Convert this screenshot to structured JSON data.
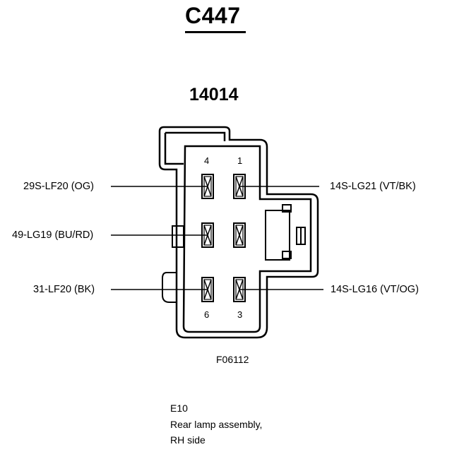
{
  "connector": {
    "id": "C447",
    "part_number": "14014"
  },
  "pins": [
    {
      "number": "4",
      "position": "top-left"
    },
    {
      "number": "1",
      "position": "top-right"
    },
    {
      "number": "6",
      "position": "bottom-left"
    },
    {
      "number": "3",
      "position": "bottom-right"
    }
  ],
  "wires": {
    "top_left": "29S-LF20 (OG)",
    "middle_left": "49-LG19 (BU/RD)",
    "bottom_left": "31-LF20 (BK)",
    "top_right": "14S-LG21 (VT/BK)",
    "bottom_right": "14S-LG16 (VT/OG)"
  },
  "figure_id": "F06112",
  "notes": {
    "code": "E10",
    "description_line1": "Rear lamp assembly,",
    "description_line2": "RH side"
  }
}
